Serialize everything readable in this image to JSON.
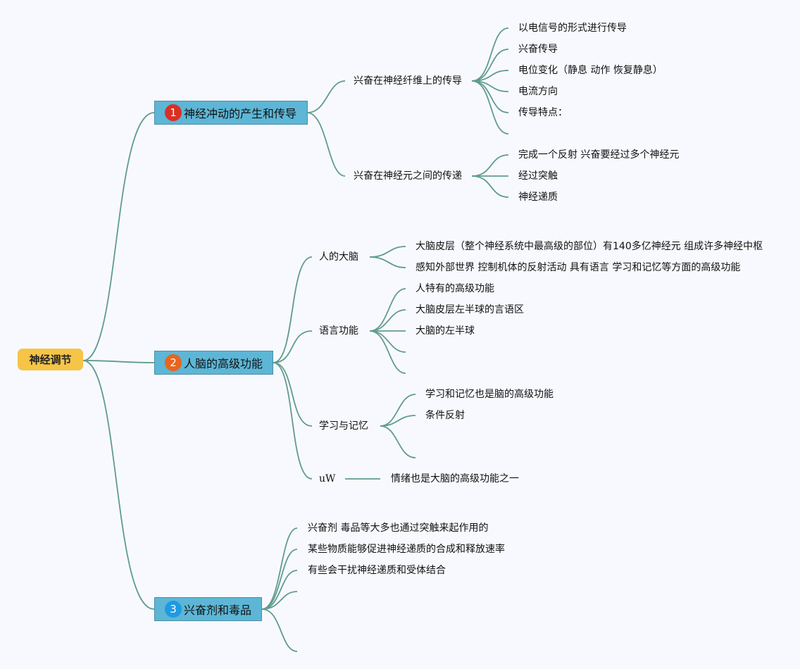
{
  "root": "神经调节",
  "main_nodes": [
    {
      "number": "1",
      "label": "神经冲动的产生和传导",
      "badge_color": "#d93025",
      "groups": [
        {
          "label": "兴奋在神经纤维上的传导",
          "items": [
            "以电信号的形式进行传导",
            "兴奋传导",
            "电位变化（静息 动作 恢复静息）",
            "电流方向",
            "传导特点：",
            ""
          ]
        },
        {
          "label": "兴奋在神经元之间的传递",
          "items": [
            "完成一个反射 兴奋要经过多个神经元",
            "经过突触",
            "神经递质"
          ]
        }
      ]
    },
    {
      "number": "2",
      "label": "人脑的高级功能",
      "badge_color": "#e8651e",
      "groups": [
        {
          "label": "人的大脑",
          "items": [
            "大脑皮层（整个神经系统中最高级的部位）有140多亿神经元 组成许多神经中枢",
            "感知外部世界 控制机体的反射活动 具有语言 学习和记忆等方面的高级功能"
          ]
        },
        {
          "label": "语言功能",
          "items": [
            "人特有的高级功能",
            "大脑皮层左半球的言语区",
            "大脑的左半球",
            "",
            ""
          ]
        },
        {
          "label": "学习与记忆",
          "items": [
            "学习和记忆也是脑的高级功能",
            "条件反射",
            ""
          ]
        },
        {
          "label": "uW",
          "items": [
            "情绪也是大脑的高级功能之一"
          ]
        }
      ]
    },
    {
      "number": "3",
      "label": "兴奋剂和毒品",
      "badge_color": "#1e9be0",
      "items": [
        "兴奋剂 毒品等大多也通过突触来起作用的",
        "某些物质能够促进神经递质的合成和释放速率",
        "有些会干扰神经递质和受体结合",
        "",
        ""
      ]
    }
  ],
  "colors": {
    "connector": "#5f9c8c",
    "main_fill": "#5db6d6",
    "root_fill": "#f6c547"
  }
}
